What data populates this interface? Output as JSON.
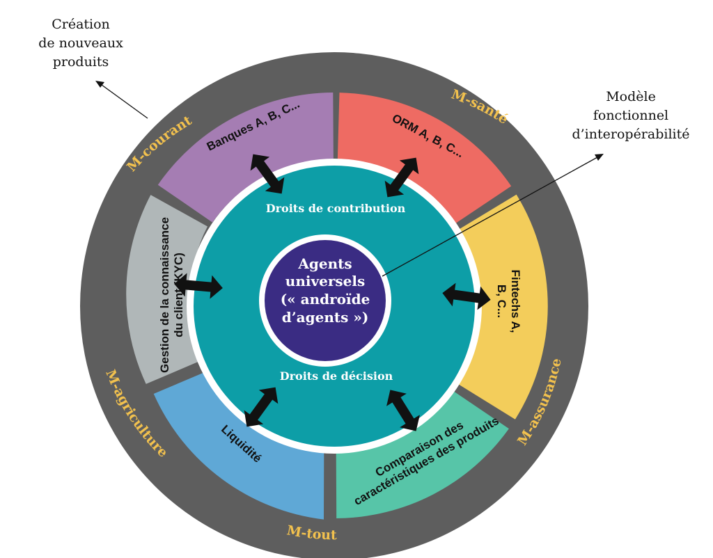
{
  "callouts": {
    "creation": [
      "Création",
      "de nouveaux",
      "produits"
    ],
    "modele": [
      "Modèle",
      "fonctionnel",
      "d’interopérabilité"
    ]
  },
  "outer_ring": {
    "labels": {
      "courant": "M-courant",
      "sante": "M-santé",
      "assurance": "M-assurance",
      "tout": "M-tout",
      "agriculture": "M-agriculture"
    },
    "color": "#5e5e5e",
    "label_color": "#f2c14e"
  },
  "segments": {
    "banques": {
      "label": "Banques A, B, C...",
      "color": "#a57db3"
    },
    "orm": {
      "label": "ORM A, B, C...",
      "color": "#ee6b63"
    },
    "fintechs": {
      "lines": [
        "Fintechs A,",
        "B, C..."
      ],
      "color": "#f3cd5b"
    },
    "comparaison": {
      "lines": [
        "Comparaison des",
        "caractéristiques des produits"
      ],
      "color": "#57c5a8"
    },
    "liquidite": {
      "label": "Liquidité",
      "color": "#5fa8d6"
    },
    "kyc": {
      "lines": [
        "Gestion de la connaissance",
        "du client (KYC)"
      ],
      "color": "#b0b7b8"
    }
  },
  "inner_ring": {
    "contribution": "Droits de contribution",
    "decision": "Droits de décision",
    "color": "#0d9ea7"
  },
  "core": {
    "lines": [
      "Agents",
      "universels",
      "(« androïde",
      "d’agents »)"
    ],
    "color": "#3a2c83"
  }
}
